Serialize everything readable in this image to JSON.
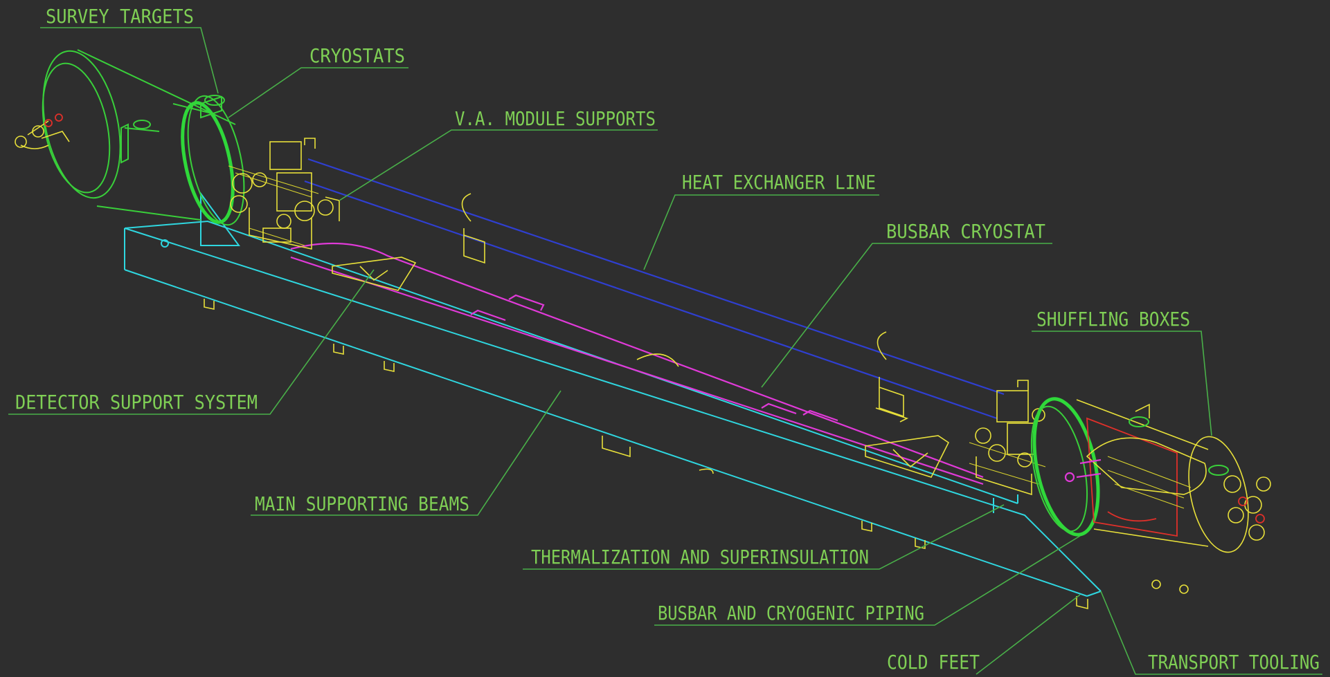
{
  "diagram": {
    "labels": {
      "survey_targets": "SURVEY TARGETS",
      "cryostats": "CRYOSTATS",
      "va_module_supports": "V.A. MODULE SUPPORTS",
      "heat_exchanger_line": "HEAT EXCHANGER LINE",
      "busbar_cryostat": "BUSBAR CRYOSTAT",
      "shuffling_boxes": "SHUFFLING BOXES",
      "detector_support_system": "DETECTOR SUPPORT SYSTEM",
      "main_supporting_beams": "MAIN SUPPORTING BEAMS",
      "thermalization_superinsulation": "THERMALIZATION AND SUPERINSULATION",
      "busbar_cryogenic_piping": "BUSBAR AND CRYOGENIC PIPING",
      "cold_feet": "COLD FEET",
      "transport_tooling": "TRANSPORT TOOLING"
    },
    "colors": {
      "background": "#2e2e2e",
      "label_text": "#7fcf55",
      "leader_lines": "#49b049",
      "support_beam": "#2fd7e0",
      "mechanics": "#e8e03a",
      "cryostat": "#39d03a",
      "heat_exchanger": "#2f3fd0",
      "busbar": "#e03ad8",
      "shuffling_box_detail": "#e0302a"
    }
  }
}
